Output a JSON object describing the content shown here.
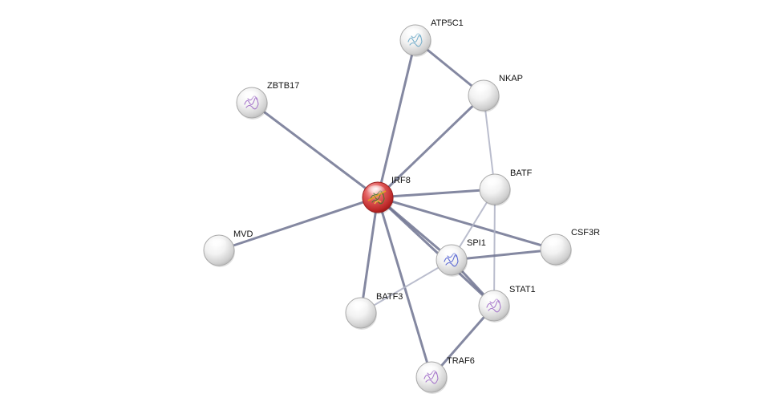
{
  "network": {
    "query_protein": "IRF8",
    "colors": {
      "query_node": "#d43c3c",
      "node": "#e4e4e4",
      "edge_strong": "#6f7390",
      "edge_weak": "#b3b6c8"
    },
    "nodes": [
      {
        "id": "IRF8",
        "label": "IRF8",
        "query": true,
        "has_structure": true
      },
      {
        "id": "ATP5C1",
        "label": "ATP5C1",
        "query": false,
        "has_structure": true
      },
      {
        "id": "NKAP",
        "label": "NKAP",
        "query": false,
        "has_structure": false
      },
      {
        "id": "ZBTB17",
        "label": "ZBTB17",
        "query": false,
        "has_structure": true
      },
      {
        "id": "BATF",
        "label": "BATF",
        "query": false,
        "has_structure": false
      },
      {
        "id": "MVD",
        "label": "MVD",
        "query": false,
        "has_structure": false
      },
      {
        "id": "CSF3R",
        "label": "CSF3R",
        "query": false,
        "has_structure": false
      },
      {
        "id": "SPI1",
        "label": "SPI1",
        "query": false,
        "has_structure": true
      },
      {
        "id": "BATF3",
        "label": "BATF3",
        "query": false,
        "has_structure": false
      },
      {
        "id": "STAT1",
        "label": "STAT1",
        "query": false,
        "has_structure": true
      },
      {
        "id": "TRAF6",
        "label": "TRAF6",
        "query": false,
        "has_structure": true
      }
    ],
    "edges": [
      {
        "from": "IRF8",
        "to": "ATP5C1",
        "strength": "strong"
      },
      {
        "from": "IRF8",
        "to": "NKAP",
        "strength": "strong"
      },
      {
        "from": "IRF8",
        "to": "ZBTB17",
        "strength": "strong"
      },
      {
        "from": "IRF8",
        "to": "BATF",
        "strength": "strong"
      },
      {
        "from": "IRF8",
        "to": "MVD",
        "strength": "strong"
      },
      {
        "from": "IRF8",
        "to": "CSF3R",
        "strength": "strong"
      },
      {
        "from": "IRF8",
        "to": "SPI1",
        "strength": "strong"
      },
      {
        "from": "IRF8",
        "to": "STAT1",
        "strength": "strong"
      },
      {
        "from": "IRF8",
        "to": "BATF3",
        "strength": "strong"
      },
      {
        "from": "IRF8",
        "to": "TRAF6",
        "strength": "strong"
      },
      {
        "from": "ATP5C1",
        "to": "NKAP",
        "strength": "strong"
      },
      {
        "from": "NKAP",
        "to": "BATF",
        "strength": "weak"
      },
      {
        "from": "BATF",
        "to": "SPI1",
        "strength": "weak"
      },
      {
        "from": "BATF",
        "to": "STAT1",
        "strength": "weak"
      },
      {
        "from": "SPI1",
        "to": "CSF3R",
        "strength": "strong"
      },
      {
        "from": "SPI1",
        "to": "STAT1",
        "strength": "strong"
      },
      {
        "from": "SPI1",
        "to": "BATF3",
        "strength": "weak"
      },
      {
        "from": "STAT1",
        "to": "TRAF6",
        "strength": "strong"
      }
    ]
  }
}
